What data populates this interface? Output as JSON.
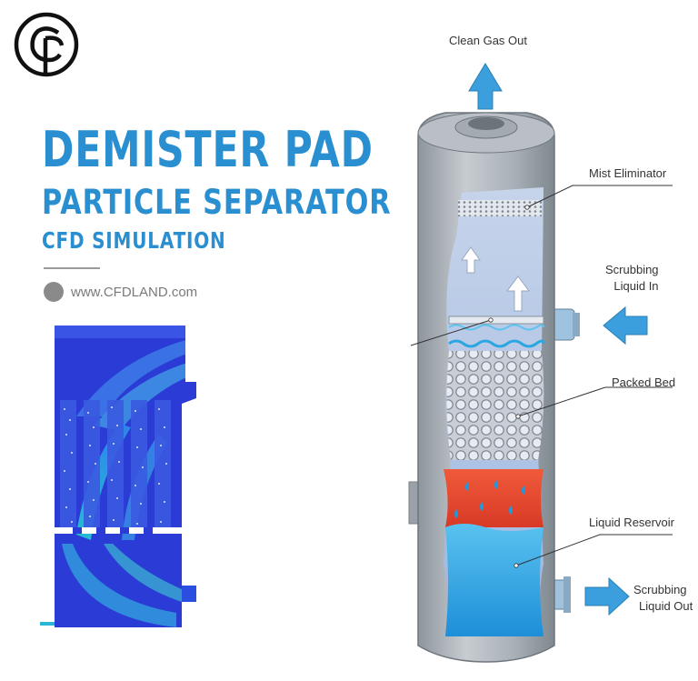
{
  "brand": {
    "logo_icon": "cfdland-logo-icon",
    "title_line1": "DEMISTER PAD",
    "title_line2": "PARTICLE SEPARATOR",
    "title_line3": "CFD SIMULATION",
    "website": "www.CFDLAND.com",
    "accent_color": "#2a8fd0"
  },
  "diagram": {
    "labels": {
      "clean_gas_out": "Clean Gas Out",
      "mist_eliminator": "Mist Eliminator",
      "scrubbing_liquid_in_1": "Scrubbing",
      "scrubbing_liquid_in_2": "Liquid In",
      "packed_bed": "Packed Bed",
      "liquid_reservoir": "Liquid Reservoir",
      "scrubbing_liquid_out_1": "Scrubbing",
      "scrubbing_liquid_out_2": "Liquid Out"
    },
    "colors": {
      "vessel_shell": "#a9b0b8",
      "liquid": "#2aa6e0",
      "hot_zone": "#e5452d",
      "arrow": "#3a9fdc"
    }
  }
}
